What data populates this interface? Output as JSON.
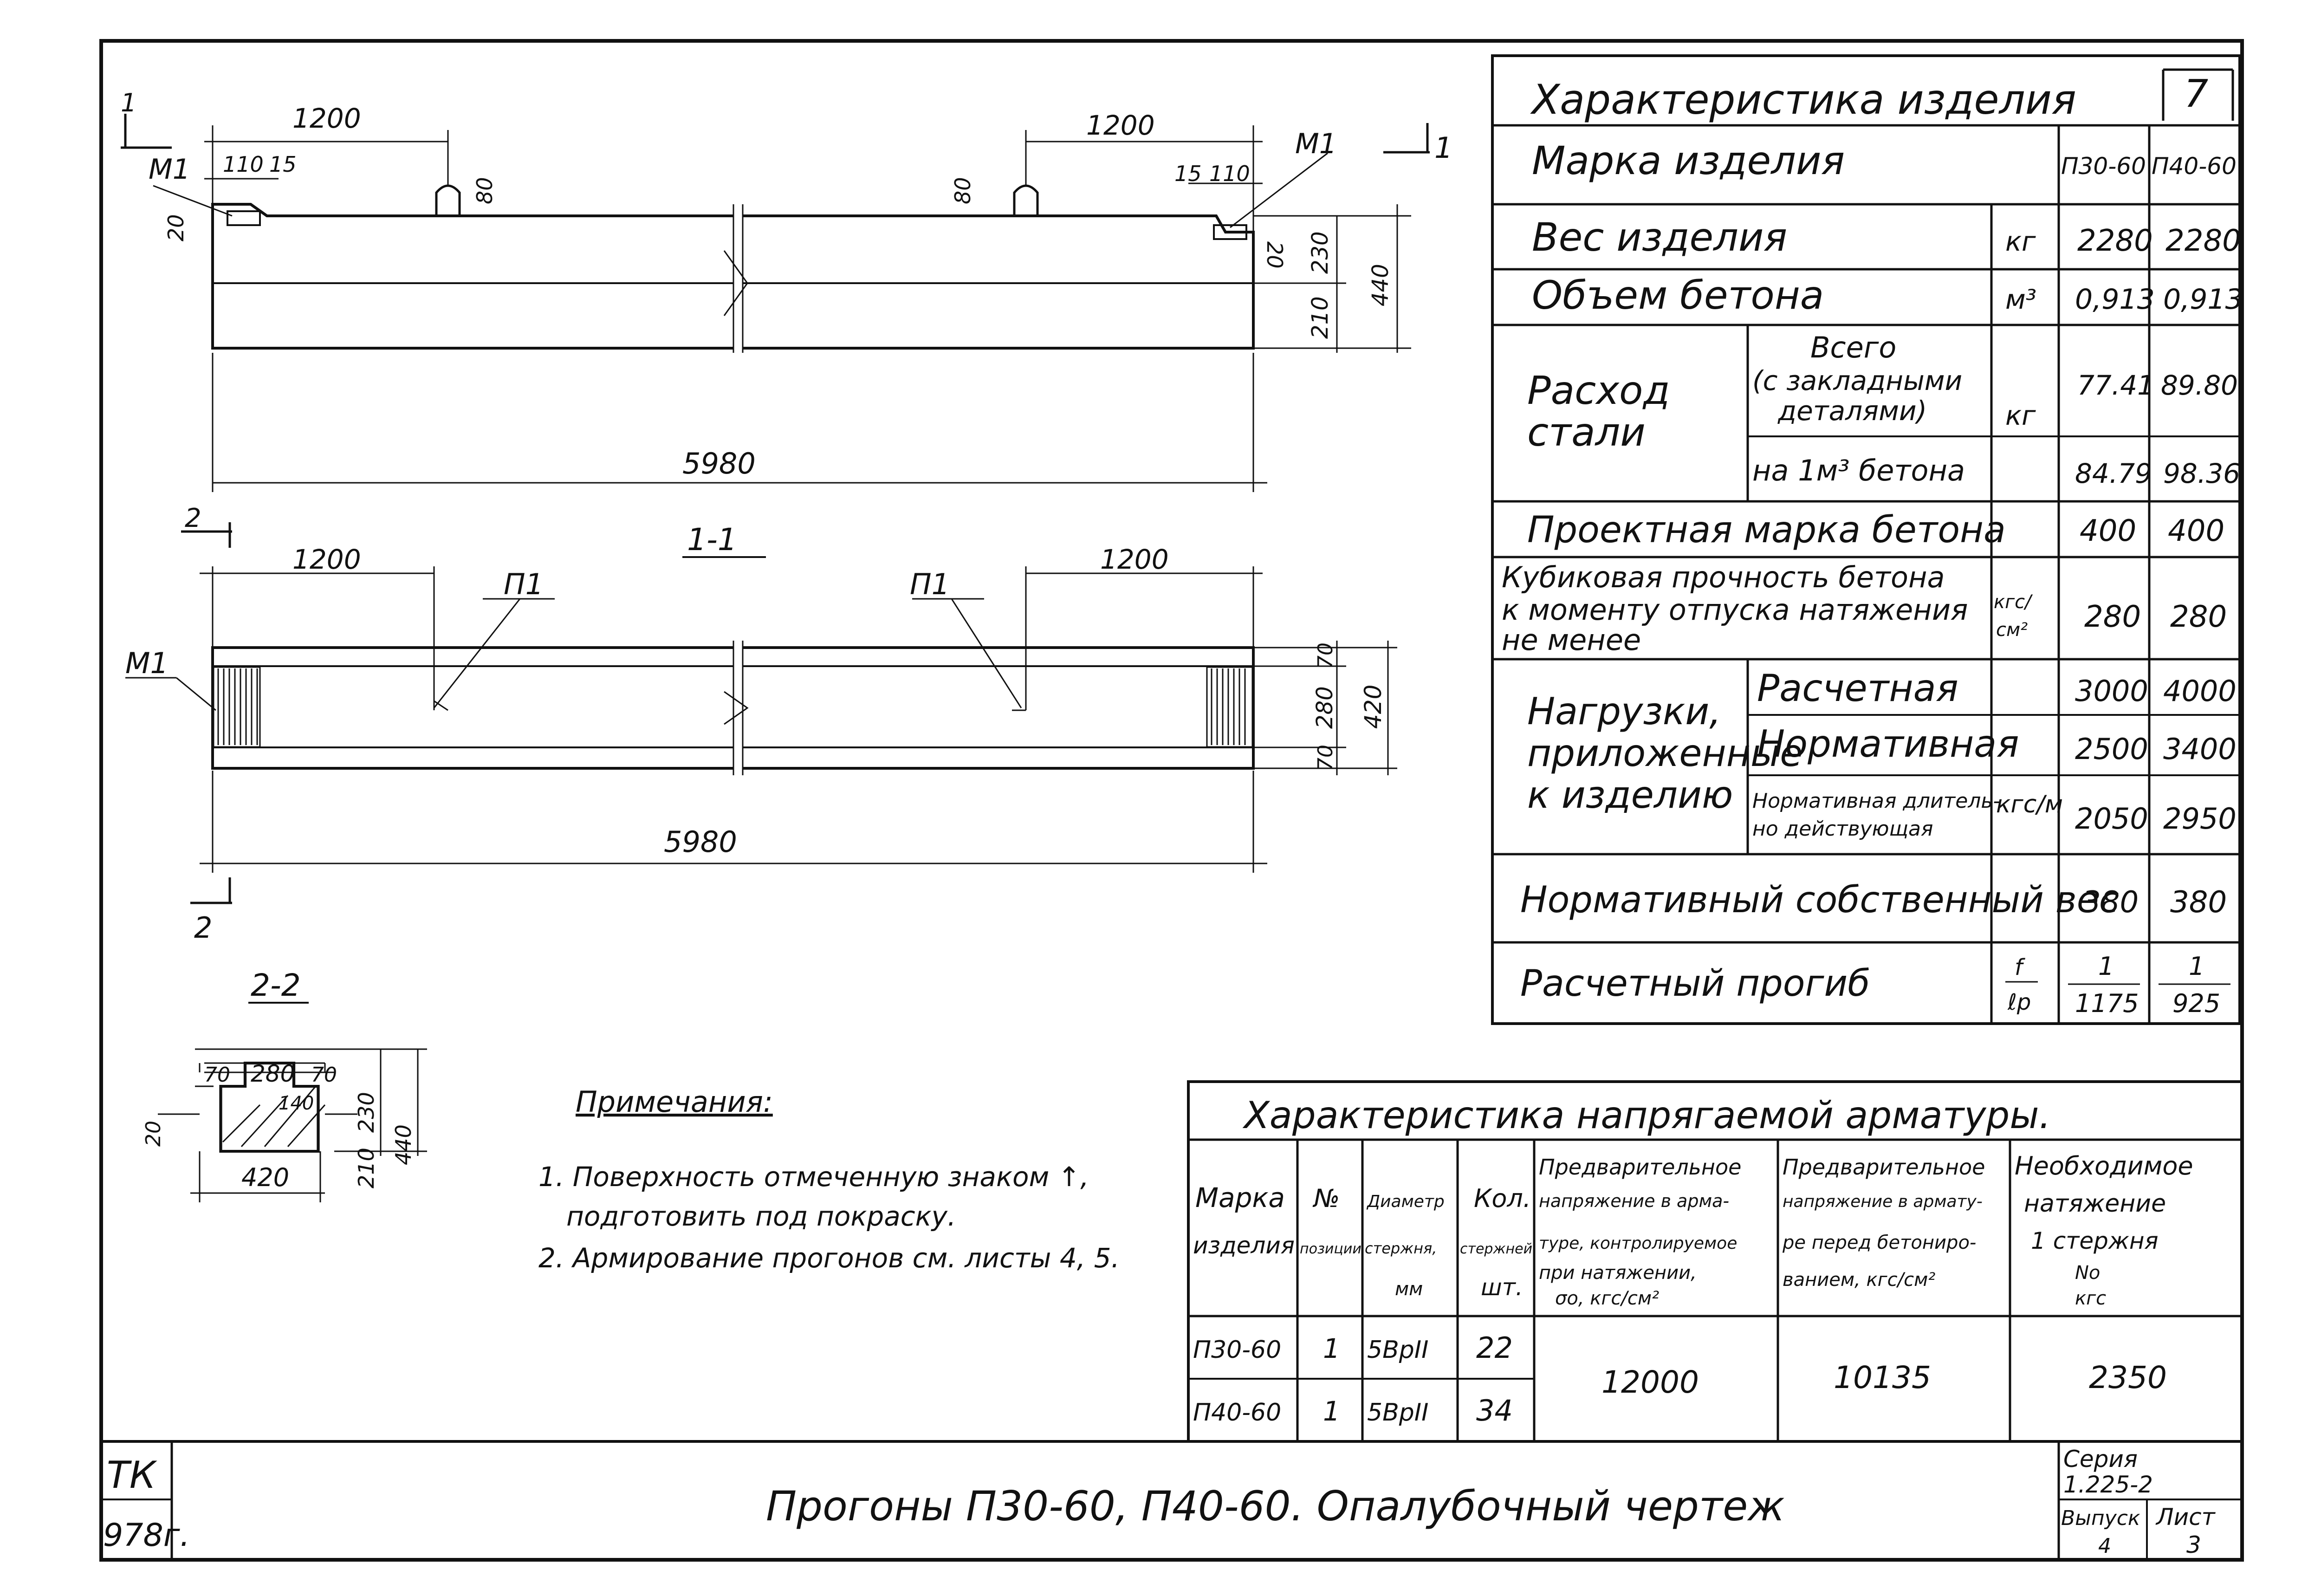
{
  "sheet_no": "7",
  "elevation": {
    "dims": {
      "left_1200": "1200",
      "right_1200": "1200",
      "left_110": "110",
      "left_15": "15",
      "right_15": "15",
      "right_110": "110",
      "left_80": "80",
      "right_80": "80",
      "left_20": "20",
      "right_20": "20",
      "h230": "230",
      "h210": "210",
      "h440": "440",
      "length": "5980"
    },
    "labels": {
      "m1_left": "M1",
      "m1_right": "M1",
      "section_mark_left": "1",
      "section_mark_right": "1"
    }
  },
  "plan": {
    "title": "1-1",
    "labels": {
      "section_mark_top": "2",
      "section_mark_bottom": "2",
      "m1": "M1",
      "p1_left": "П1",
      "p1_right": "П1"
    },
    "dims": {
      "left_1200": "1200",
      "right_1200": "1200",
      "d70_top": "70",
      "d280": "280",
      "d70_bottom": "70",
      "d420": "420",
      "length": "5980"
    }
  },
  "section22": {
    "title": "2-2",
    "dims": {
      "d70a": "70",
      "d280": "280",
      "d70b": "70",
      "d140": "140",
      "d20": "20",
      "d230": "230",
      "d210": "210",
      "d440": "440",
      "d420": "420"
    }
  },
  "notes": {
    "title": "Примечания:",
    "lines": [
      "1. Поверхность отмеченную знаком ↑,",
      "подготовить под покраску.",
      "2. Армирование прогонов см. листы 4, 5."
    ]
  },
  "product_table": {
    "title": "Характеристика изделия",
    "mark_label": "Марка изделия",
    "col_a": "П30-60",
    "col_b": "П40-60",
    "weight": {
      "label": "Вес изделия",
      "unit": "кг",
      "a": "2280",
      "b": "2280"
    },
    "concrete_volume": {
      "label": "Объем бетона",
      "unit": "м³",
      "a": "0,913",
      "b": "0,913"
    },
    "steel": {
      "label_1": "Расход",
      "label_2": "стали",
      "unit": "кг",
      "total_1": "Всего",
      "total_2": "(с закладными",
      "total_3": "деталями)",
      "total_a": "77.41",
      "total_b": "89.80",
      "per_m3": "на 1м³ бетона",
      "per_a": "84.79",
      "per_b": "98.36"
    },
    "design_grade": {
      "label": "Проектная марка бетона",
      "a": "400",
      "b": "400"
    },
    "cube_strength": {
      "line_1": "Кубиковая прочность бетона",
      "line_2": "к моменту отпуска натяжения",
      "line_3": "не менее",
      "unit_1": "кгс/",
      "unit_2": "см²",
      "a": "280",
      "b": "280"
    },
    "loads": {
      "label_1": "Нагрузки,",
      "label_2": "приложенные",
      "label_3": "к изделию",
      "unit": "кгс/м",
      "design": "Расчетная",
      "design_a": "3000",
      "design_b": "4000",
      "normative": "Нормативная",
      "normative_a": "2500",
      "normative_b": "3400",
      "longterm_1": "Нормативная длитель-",
      "longterm_2": "но действующая",
      "longterm_a": "2050",
      "longterm_b": "2950"
    },
    "self_weight": {
      "label": "Нормативный собственный вес",
      "a": "380",
      "b": "380"
    },
    "deflection": {
      "label": "Расчетный прогиб",
      "unit_num": "f",
      "unit_den": "ℓр",
      "a_num": "1",
      "a_den": "1175",
      "b_num": "1",
      "b_den": "925"
    }
  },
  "rebar_table": {
    "title": "Характеристика напрягаемой арматуры.",
    "h_mark": [
      "Марка",
      "изделия"
    ],
    "h_pos": [
      "№",
      "позиции"
    ],
    "h_diam": [
      "Диаметр",
      "стержня,",
      "мм"
    ],
    "h_qty": [
      "Кол.",
      "стержней",
      "шт."
    ],
    "h_pre1": [
      "Предварительное",
      "напряжение в арма-",
      "туре, контролируемое",
      "при натяжении,",
      "σо, кгс/см²"
    ],
    "h_pre2": [
      "Предварительное",
      "напряжение в армату-",
      "ре перед бетониро-",
      "ванием, кгс/см²"
    ],
    "h_req": [
      "Необходимое",
      "натяжение",
      "1 стержня",
      "No",
      "кгс"
    ],
    "rows": [
      {
        "mark": "П30-60",
        "pos": "1",
        "diam": "5ВрII",
        "qty": "22"
      },
      {
        "mark": "П40-60",
        "pos": "1",
        "diam": "5ВрII",
        "qty": "34"
      }
    ],
    "sigma0": "12000",
    "sigma_before": "10135",
    "required": "2350"
  },
  "title_block": {
    "code_1": "ТК",
    "code_2": "978г.",
    "title": "Прогоны П30-60, П40-60.   Опалубочный чертеж",
    "series_label": "Серия",
    "series": "1.225-2",
    "issue_label": "Выпуск",
    "issue": "4",
    "sheet_label": "Лист",
    "sheet": "3"
  }
}
